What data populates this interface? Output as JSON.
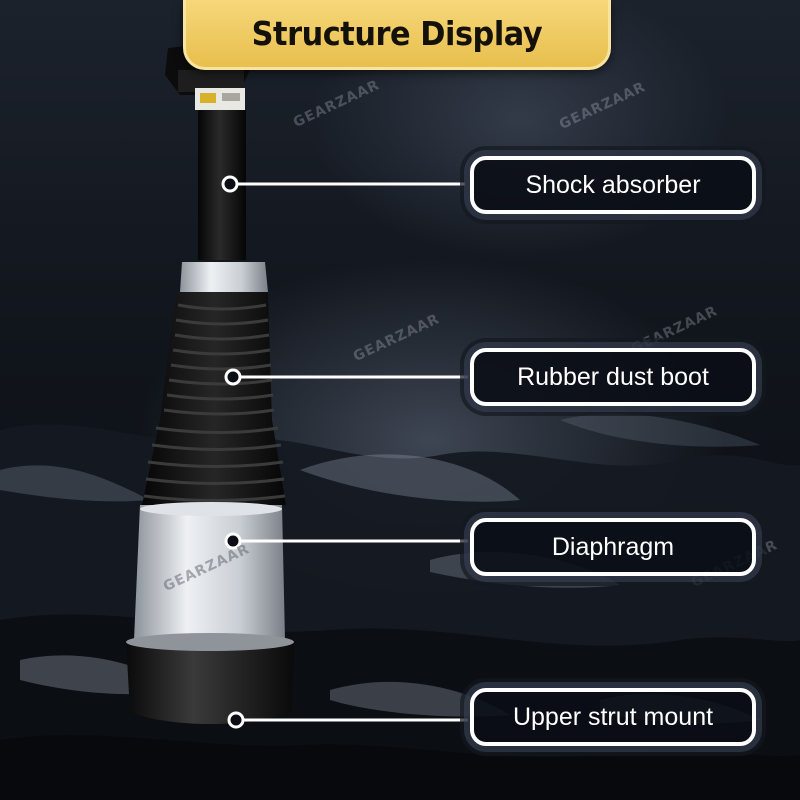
{
  "banner": {
    "title": "Structure Display"
  },
  "watermark": {
    "brand": "GEARZAAR"
  },
  "callouts": [
    {
      "label": "Shock absorber"
    },
    {
      "label": "Rubber dust boot"
    },
    {
      "label": "Diaphragm"
    },
    {
      "label": "Upper strut mount"
    }
  ],
  "colors": {
    "banner_fill": "#e8bf4d",
    "callout_border": "#ffffff",
    "callout_fill": "#0a0e16"
  }
}
